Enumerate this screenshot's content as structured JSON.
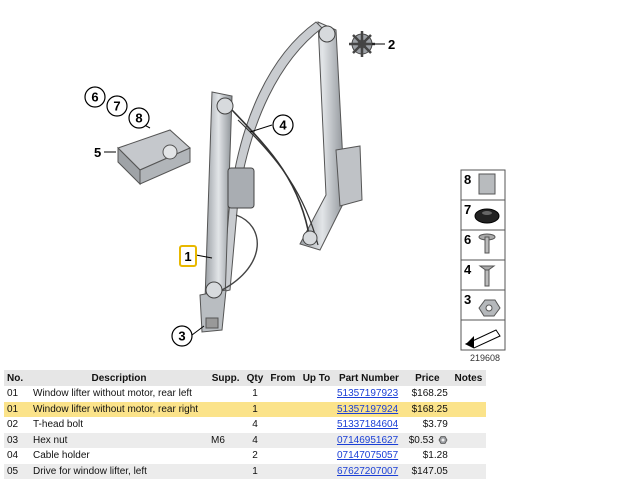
{
  "diagram": {
    "callouts": [
      "1",
      "2",
      "3",
      "4",
      "5",
      "6",
      "7",
      "8"
    ],
    "legend": [
      "8",
      "7",
      "6",
      "4",
      "3"
    ],
    "reference_number": "219608",
    "highlight_color": "#e8b800"
  },
  "table": {
    "headers": [
      "No.",
      "Description",
      "Supp.",
      "Qty",
      "From",
      "Up To",
      "Part Number",
      "Price",
      "Notes"
    ],
    "rows": [
      {
        "no": "01",
        "desc": "Window lifter without motor, rear left",
        "supp": "",
        "qty": "1",
        "from": "",
        "upto": "",
        "pn": "51357197923",
        "price": "$168.25",
        "notes": ""
      },
      {
        "no": "01",
        "desc": "Window lifter without motor, rear right",
        "supp": "",
        "qty": "1",
        "from": "",
        "upto": "",
        "pn": "51357197924",
        "price": "$168.25",
        "notes": ""
      },
      {
        "no": "02",
        "desc": "T-head bolt",
        "supp": "",
        "qty": "4",
        "from": "",
        "upto": "",
        "pn": "51337184604",
        "price": "$3.79",
        "notes": ""
      },
      {
        "no": "03",
        "desc": "Hex nut",
        "supp": "M6",
        "qty": "4",
        "from": "",
        "upto": "",
        "pn": "07146951627",
        "price": "$0.53",
        "notes": ""
      },
      {
        "no": "04",
        "desc": "Cable holder",
        "supp": "",
        "qty": "2",
        "from": "",
        "upto": "",
        "pn": "07147075057",
        "price": "$1.28",
        "notes": ""
      },
      {
        "no": "05",
        "desc": "Drive for window lifter, left",
        "supp": "",
        "qty": "1",
        "from": "",
        "upto": "",
        "pn": "67627207007",
        "price": "$147.05",
        "notes": ""
      }
    ],
    "selected_color": "#fbe38a",
    "link_color": "#1a3fd6"
  }
}
